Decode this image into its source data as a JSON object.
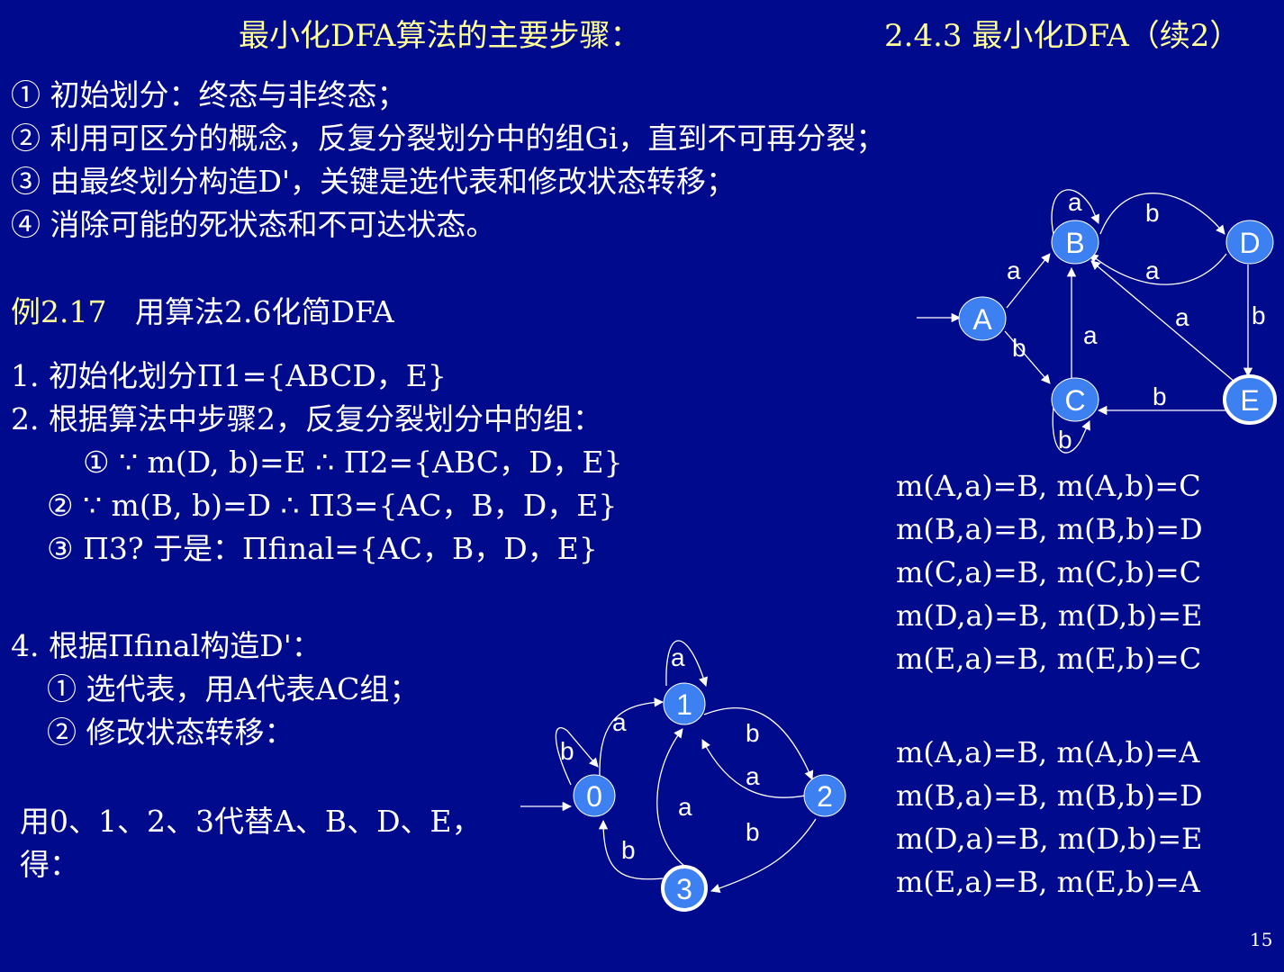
{
  "header": {
    "slide_title": "最小化DFA算法的主要步骤：",
    "section_title": "2.4.3 最小化DFA（续2）"
  },
  "steps": [
    "① 初始划分：终态与非终态；",
    "② 利用可区分的概念，反复分裂划分中的组Gi，直到不可再分裂；",
    "③ 由最终划分构造D'，关键是选代表和修改状态转移；",
    "④ 消除可能的死状态和不可达状态。"
  ],
  "example": {
    "label": "例2.17",
    "title": "用算法2.6化简DFA",
    "step1": "1. 初始化划分Π1={ABCD，E}",
    "step2": "2. 根据算法中步骤2，反复分裂划分中的组：",
    "sub": [
      "① ∵ m(D, b)=E ∴ Π2={ABC，D，E}",
      "② ∵ m(B, b)=D ∴ Π3={AC，B，D，E}",
      "③ Π3?  于是：Πfinal={AC，B，D，E}"
    ],
    "step4": "4. 根据Πfinal构造D'：",
    "step4_sub": [
      "① 选代表，用A代表AC组；",
      "② 修改状态转移："
    ],
    "replace_line1": "用0、1、2、3代替A、B、D、E，",
    "replace_line2": "得："
  },
  "original_dfa": {
    "start_state": "A",
    "final_states": [
      "E"
    ],
    "states": [
      "A",
      "B",
      "C",
      "D",
      "E"
    ],
    "transitions": [
      {
        "from": "A",
        "symbol": "a",
        "to": "B"
      },
      {
        "from": "A",
        "symbol": "b",
        "to": "C"
      },
      {
        "from": "B",
        "symbol": "a",
        "to": "B"
      },
      {
        "from": "B",
        "symbol": "b",
        "to": "D"
      },
      {
        "from": "C",
        "symbol": "a",
        "to": "B"
      },
      {
        "from": "C",
        "symbol": "b",
        "to": "C"
      },
      {
        "from": "D",
        "symbol": "a",
        "to": "B"
      },
      {
        "from": "D",
        "symbol": "b",
        "to": "E"
      },
      {
        "from": "E",
        "symbol": "a",
        "to": "B"
      },
      {
        "from": "E",
        "symbol": "b",
        "to": "C"
      }
    ],
    "table": [
      "m(A,a)=B,  m(A,b)=C",
      "m(B,a)=B,  m(B,b)=D",
      "m(C,a)=B,  m(C,b)=C",
      "m(D,a)=B,  m(D,b)=E",
      "m(E,a)=B,  m(E,b)=C"
    ]
  },
  "minimized_dfa": {
    "start_state": "0",
    "final_states": [
      "3"
    ],
    "states": [
      "0",
      "1",
      "2",
      "3"
    ],
    "transitions": [
      {
        "from": "0",
        "symbol": "a",
        "to": "1"
      },
      {
        "from": "0",
        "symbol": "b",
        "to": "0"
      },
      {
        "from": "1",
        "symbol": "a",
        "to": "1"
      },
      {
        "from": "1",
        "symbol": "b",
        "to": "2"
      },
      {
        "from": "2",
        "symbol": "a",
        "to": "1"
      },
      {
        "from": "2",
        "symbol": "b",
        "to": "3"
      },
      {
        "from": "3",
        "symbol": "a",
        "to": "1"
      },
      {
        "from": "3",
        "symbol": "b",
        "to": "0"
      }
    ],
    "table": [
      "m(A,a)=B,  m(A,b)=A",
      "m(B,a)=B,  m(B,b)=D",
      "m(D,a)=B,  m(D,b)=E",
      "m(E,a)=B,  m(E,b)=A"
    ]
  },
  "labels": {
    "a": "a",
    "b": "b"
  },
  "page_number": "15",
  "colors": {
    "background": "#000A8C",
    "title": "#FFFF99",
    "text": "#FFFFFF",
    "node_fill": "#3D80F2",
    "edge": "#FFFFFF"
  }
}
